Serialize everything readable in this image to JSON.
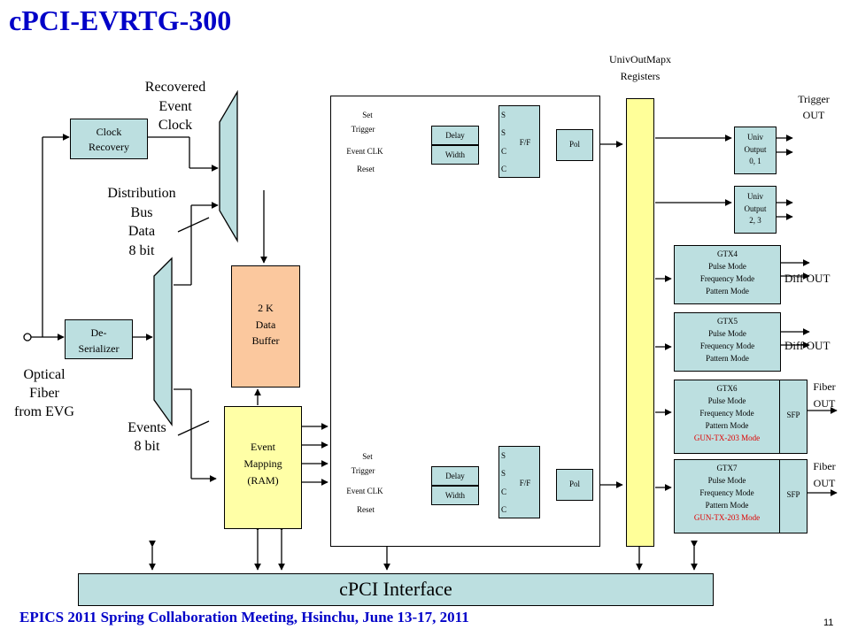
{
  "title": "cPCI-EVRTG-300",
  "footer": "EPICS 2011 Spring Collaboration Meeting, Hsinchu, June 13-17, 2011",
  "page_number": "11",
  "labels": {
    "recovered_event_clock": [
      "Recovered",
      "Event",
      "Clock"
    ],
    "distribution_bus": [
      "Distribution",
      "Bus",
      "Data",
      "8 bit"
    ],
    "optical_fiber": [
      "Optical",
      "Fiber",
      "from EVG"
    ],
    "events": [
      "Events",
      "8 bit"
    ],
    "univ_out_mapx": [
      "UnivOutMapx",
      "Registers"
    ],
    "trigger_out": [
      "Trigger",
      "OUT"
    ]
  },
  "blocks": {
    "clock_recovery": [
      "Clock",
      "Recovery"
    ],
    "deserializer": [
      "De-",
      "Serializer"
    ],
    "data_buffer": [
      "2 K",
      "Data",
      "Buffer"
    ],
    "event_mapping": [
      "Event",
      "Mapping",
      "(RAM)"
    ],
    "cpci_interface": "cPCI Interface"
  },
  "trigger_block": {
    "set": "Set",
    "trigger": "Trigger",
    "event_clk": "Event CLK",
    "reset": "Reset",
    "delay": "Delay",
    "width": "Width",
    "ff_pins": [
      "S",
      "S",
      "C",
      "C"
    ],
    "ff_label": "F/F",
    "pol": "Pol"
  },
  "outputs": {
    "univ0": [
      "Univ",
      "Output",
      "0, 1"
    ],
    "univ1": [
      "Univ",
      "Output",
      "2, 3"
    ],
    "gtx4": [
      "GTX4",
      "Pulse Mode",
      "Frequency Mode",
      "Pattern Mode"
    ],
    "gtx5": [
      "GTX5",
      "Pulse Mode",
      "Frequency Mode",
      "Pattern Mode"
    ],
    "gtx6": [
      "GTX6",
      "Pulse Mode",
      "Frequency Mode",
      "Pattern Mode"
    ],
    "gtx7": [
      "GTX7",
      "Pulse Mode",
      "Frequency Mode",
      "Pattern Mode"
    ],
    "gun_mode": "GUN-TX-203  Mode",
    "sfp": "SFP",
    "diff_out": "Diff OUT",
    "fiber_out": [
      "Fiber",
      "OUT"
    ]
  },
  "colors": {
    "title": "#0000c8",
    "teal": "#bcdfe0",
    "buffer": "#fbc89e",
    "mapping": "#ffffa6",
    "mapx_bar": "#ffff99",
    "gun_mode": "#e00000"
  }
}
